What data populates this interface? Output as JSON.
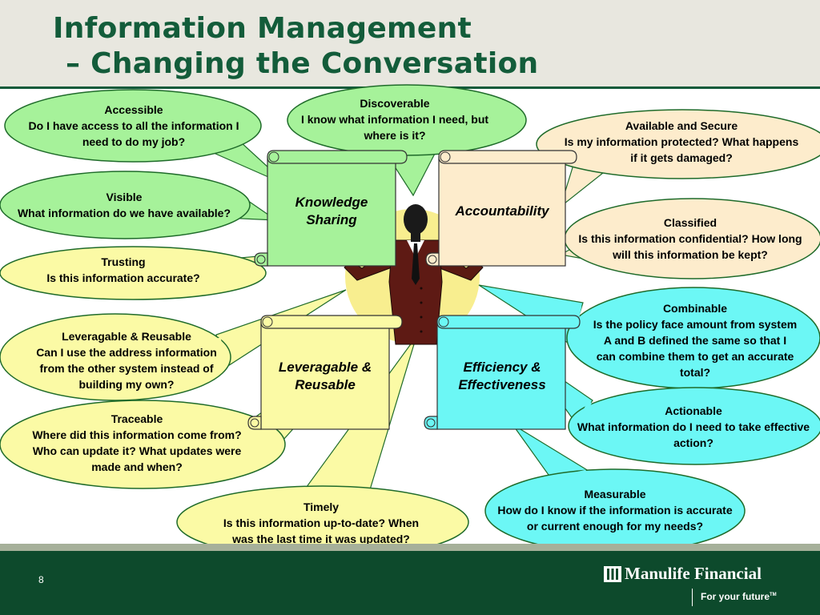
{
  "slide": {
    "title_line1": "Information Management",
    "title_line2": "– Changing the Conversation",
    "page_number": "8"
  },
  "brand": {
    "name": "Manulife Financial",
    "tagline": "For your future",
    "tagline_mark": "TM"
  },
  "scrolls": [
    {
      "label": "Knowledge Sharing",
      "color": "#a6f29a"
    },
    {
      "label": "Accountability",
      "color": "#fdeccc"
    },
    {
      "label": "Leveragable & Reusable",
      "color": "#fbfaa5"
    },
    {
      "label": "Efficiency & Effectiveness",
      "color": "#6cf7f5"
    }
  ],
  "callouts": [
    {
      "title": "Accessible",
      "text": "Do I have access to all the information I need to do my job?",
      "color": "#a6f29a"
    },
    {
      "title": "Visible",
      "text": "What information do we have available?",
      "color": "#a6f29a"
    },
    {
      "title": "Discoverable",
      "text": "I know what information I need, but where is it?",
      "color": "#a6f29a"
    },
    {
      "title": "Available and Secure",
      "text": "Is my information protected?  What happens if it gets damaged?",
      "color": "#fdeccc"
    },
    {
      "title": "Classified",
      "text": "Is this information confidential? How long will this information be kept?",
      "color": "#fdeccc"
    },
    {
      "title": "Trusting",
      "text": "Is this information accurate?",
      "color": "#fbfaa5"
    },
    {
      "title": "Leveragable & Reusable",
      "text": "Can I use the address information from the other system instead of building my own?",
      "color": "#fbfaa5"
    },
    {
      "title": "Traceable",
      "text": "Where did this information come from?  Who can update it?  What updates were made and when?",
      "color": "#fbfaa5"
    },
    {
      "title": "Timely",
      "text": "Is this information up-to-date? When was the last time it was updated?",
      "color": "#fbfaa5"
    },
    {
      "title": "Combinable",
      "text": "Is the policy face amount from system A and B defined the same so that I can combine them to get an accurate total?",
      "color": "#6cf7f5"
    },
    {
      "title": "Actionable",
      "text": "What information do I need to take effective action?",
      "color": "#6cf7f5"
    },
    {
      "title": "Measurable",
      "text": "How do I know if the information is accurate or current enough for my needs?",
      "color": "#6cf7f5"
    }
  ]
}
